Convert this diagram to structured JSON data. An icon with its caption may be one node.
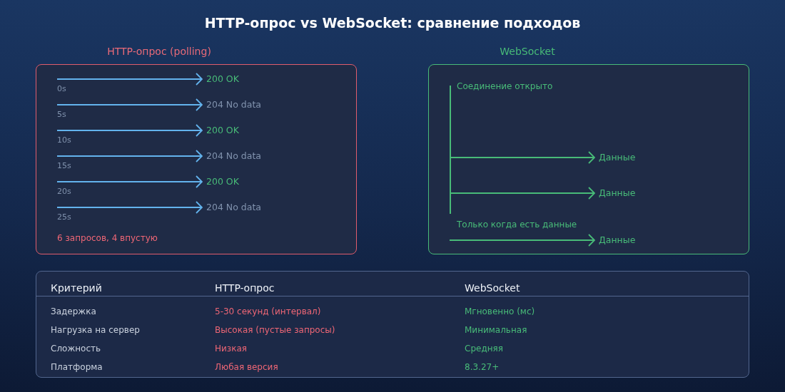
{
  "diagram": {
    "title": "HTTP-опрос vs WebSocket: сравнение подходов",
    "nodes": [
      {
        "text": [
          "HTTP-опрос (polling)"
        ]
      },
      {
        "text": [
          "200 OK"
        ],
        "in": 0
      },
      {
        "text": [
          "204 No data"
        ],
        "in": 0
      },
      {
        "text": [
          "200 OK"
        ],
        "in": 0
      },
      {
        "text": [
          "204 No data"
        ],
        "in": 0
      },
      {
        "text": [
          "200 OK"
        ],
        "in": 0
      },
      {
        "text": [
          "204 No data"
        ],
        "in": 0
      },
      {
        "text": [
          "WebSocket"
        ]
      },
      {
        "text": [],
        "shape": "bar",
        "in": 7,
        "beside": [
          "Соединение открыто"
        ]
      },
      {
        "text": [
          "Данные"
        ],
        "in": 7
      },
      {
        "text": [
          "Данные"
        ],
        "in": 7
      },
      {
        "text": [
          "Данные"
        ],
        "in": 7
      }
    ],
    "edges": [
      {
        "from": null,
        "to": 1,
        "arrow": "to"
      },
      {
        "from": null,
        "to": 2,
        "arrow": "to"
      },
      {
        "from": null,
        "to": 3,
        "arrow": "to"
      },
      {
        "from": null,
        "to": 4,
        "arrow": "to"
      },
      {
        "from": null,
        "to": 5,
        "arrow": "to"
      },
      {
        "from": null,
        "to": 6,
        "arrow": "to"
      },
      {
        "from": 8,
        "to": 9,
        "arrow": "to",
        "color": "#48bb78"
      },
      {
        "from": 8,
        "to": 10,
        "arrow": "to",
        "color": "#48bb78"
      },
      {
        "from": null,
        "to": 11,
        "arrow": "to",
        "color": "#48bb78"
      }
    ],
    "labels": [
      "0s",
      "5s",
      "10s",
      "15s",
      "20s",
      "25s",
      "6 запросов, 4 впустую",
      "Только когда есть данные",
      "Критерий",
      "HTTP-опрос",
      "WebSocket",
      "Задержка",
      "5-30 секунд (интервал)",
      "Мгновенно (мс)",
      "Нагрузка на сервер",
      "Высокая (пустые запросы)",
      "Минимальная",
      "Сложность",
      "Низкая",
      "Средняя",
      "Платформа",
      "Любая версия",
      "8.3.27+"
    ]
  }
}
